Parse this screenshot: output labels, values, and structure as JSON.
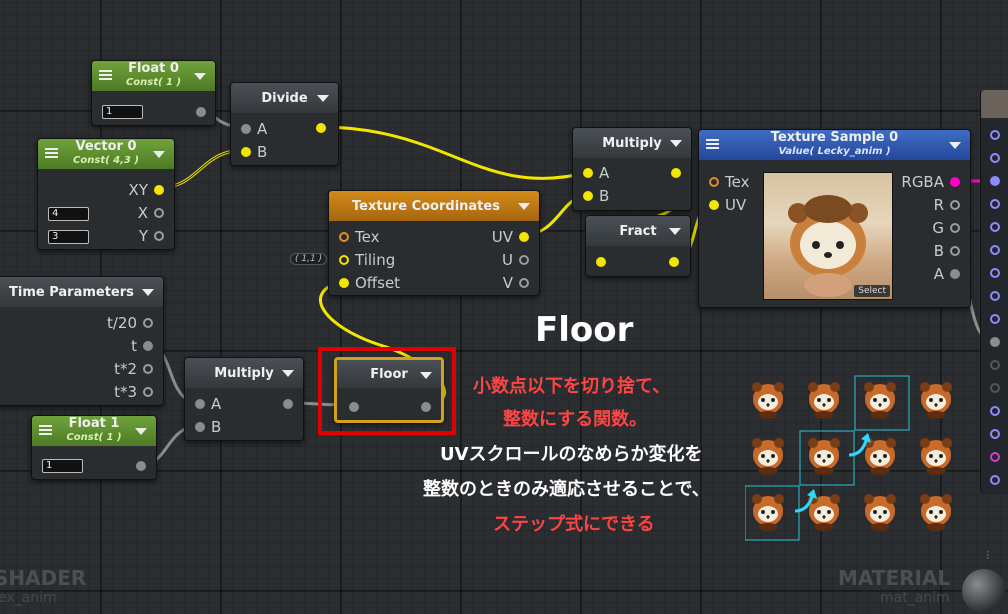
{
  "nodes": {
    "float0": {
      "title": "Float 0",
      "sub": "Const( 1 )",
      "value": "1"
    },
    "vector0": {
      "title": "Vector 0",
      "sub": "Const( 4,3 )",
      "out": "XY",
      "x_label": "X",
      "y_label": "Y",
      "x_value": "4",
      "y_value": "3"
    },
    "divide": {
      "title": "Divide",
      "a": "A",
      "b": "B"
    },
    "texcoord": {
      "title": "Texture Coordinates",
      "tex": "Tex",
      "tiling": "Tiling",
      "offset": "Offset",
      "uv": "UV",
      "u": "U",
      "v": "V",
      "tiling_tag": "( 1,1 )"
    },
    "multiply_top": {
      "title": "Multiply",
      "a": "A",
      "b": "B"
    },
    "fract": {
      "title": "Fract"
    },
    "texsample": {
      "title": "Texture Sample 0",
      "sub": "Value( Lecky_anim )",
      "tex": "Tex",
      "uv": "UV",
      "rgba": "RGBA",
      "r": "R",
      "g": "G",
      "b": "B",
      "a": "A",
      "select": "Select"
    },
    "time": {
      "title": "Time Parameters",
      "t20": "t/20",
      "t": "t",
      "t2": "t*2",
      "t3": "t*3"
    },
    "multiply_bot": {
      "title": "Multiply",
      "a": "A",
      "b": "B"
    },
    "float1": {
      "title": "Float 1",
      "sub": "Const( 1 )",
      "value": "1"
    },
    "floor": {
      "title": "Floor"
    }
  },
  "annotation": {
    "heading": "Floor",
    "line1": "小数点以下を切り捨て、",
    "line2": "整数にする関数。",
    "line3": "UVスクロールのなめらか変化を",
    "line4": "整数のときのみ適応させることで、",
    "line5": "ステップ式にできる"
  },
  "corners": {
    "shader": "SHADER",
    "shader_name": "ex_anim",
    "material": "MATERIAL",
    "material_name": "mat_anim"
  },
  "colors": {
    "wire": "#f2e600",
    "wire_gray": "#8a8d90",
    "highlight": "#e00000",
    "floor_select": "#d4a020",
    "red_text": "#ff4444",
    "cyan": "#27c4d8"
  }
}
